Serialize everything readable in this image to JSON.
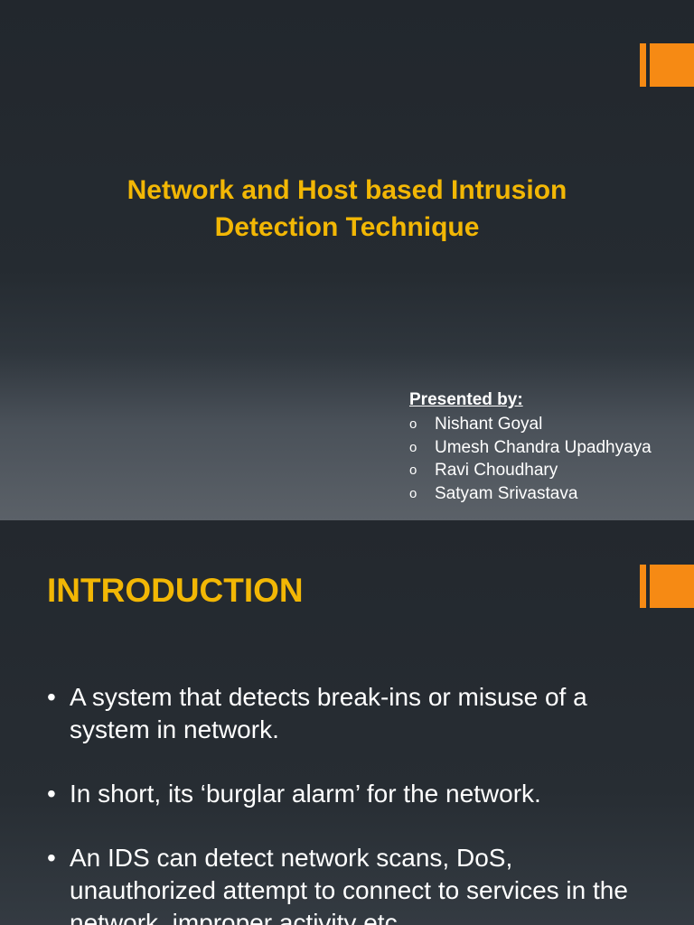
{
  "colors": {
    "accent": "#f68a14",
    "title": "#f2b705",
    "text": "#ffffff"
  },
  "slide1": {
    "title_line1": "Network and Host based Intrusion",
    "title_line2": "Detection Technique",
    "presented_by": "Presented by:",
    "bullet_glyph": "o",
    "presenters": [
      "Nishant Goyal",
      "Umesh Chandra Upadhyaya",
      "Ravi Choudhary",
      "Satyam Srivastava"
    ]
  },
  "slide2": {
    "title": "INTRODUCTION",
    "bullet_glyph": "•",
    "points": [
      "A system that detects break-ins or misuse of a system in network.",
      "In short, its ‘burglar alarm’ for the network.",
      "An IDS can detect network scans, DoS, unauthorized attempt to connect to services in the network, improper activity etc."
    ]
  }
}
